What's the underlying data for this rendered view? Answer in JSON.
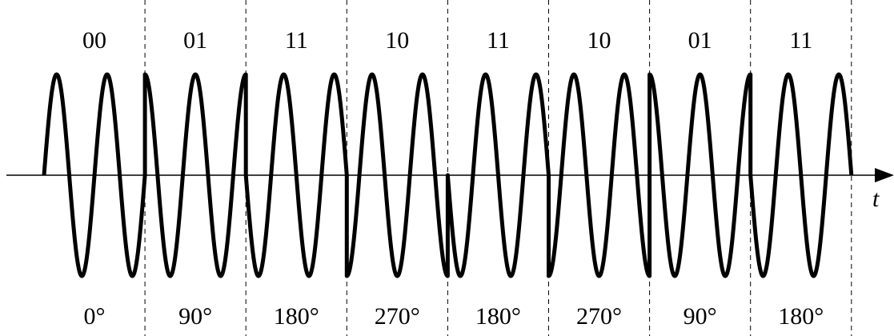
{
  "diagram": {
    "axis_label": "t",
    "cycles_per_symbol": 2,
    "colors": {
      "ink": "#000000",
      "background": "#ffffff"
    },
    "symbols": [
      {
        "bits": "00",
        "phase_deg": 0,
        "phase_label": "0°"
      },
      {
        "bits": "01",
        "phase_deg": 90,
        "phase_label": "90°"
      },
      {
        "bits": "11",
        "phase_deg": 180,
        "phase_label": "180°"
      },
      {
        "bits": "10",
        "phase_deg": 270,
        "phase_label": "270°"
      },
      {
        "bits": "11",
        "phase_deg": 180,
        "phase_label": "180°"
      },
      {
        "bits": "10",
        "phase_deg": 270,
        "phase_label": "270°"
      },
      {
        "bits": "01",
        "phase_deg": 90,
        "phase_label": "90°"
      },
      {
        "bits": "11",
        "phase_deg": 180,
        "phase_label": "180°"
      }
    ]
  }
}
